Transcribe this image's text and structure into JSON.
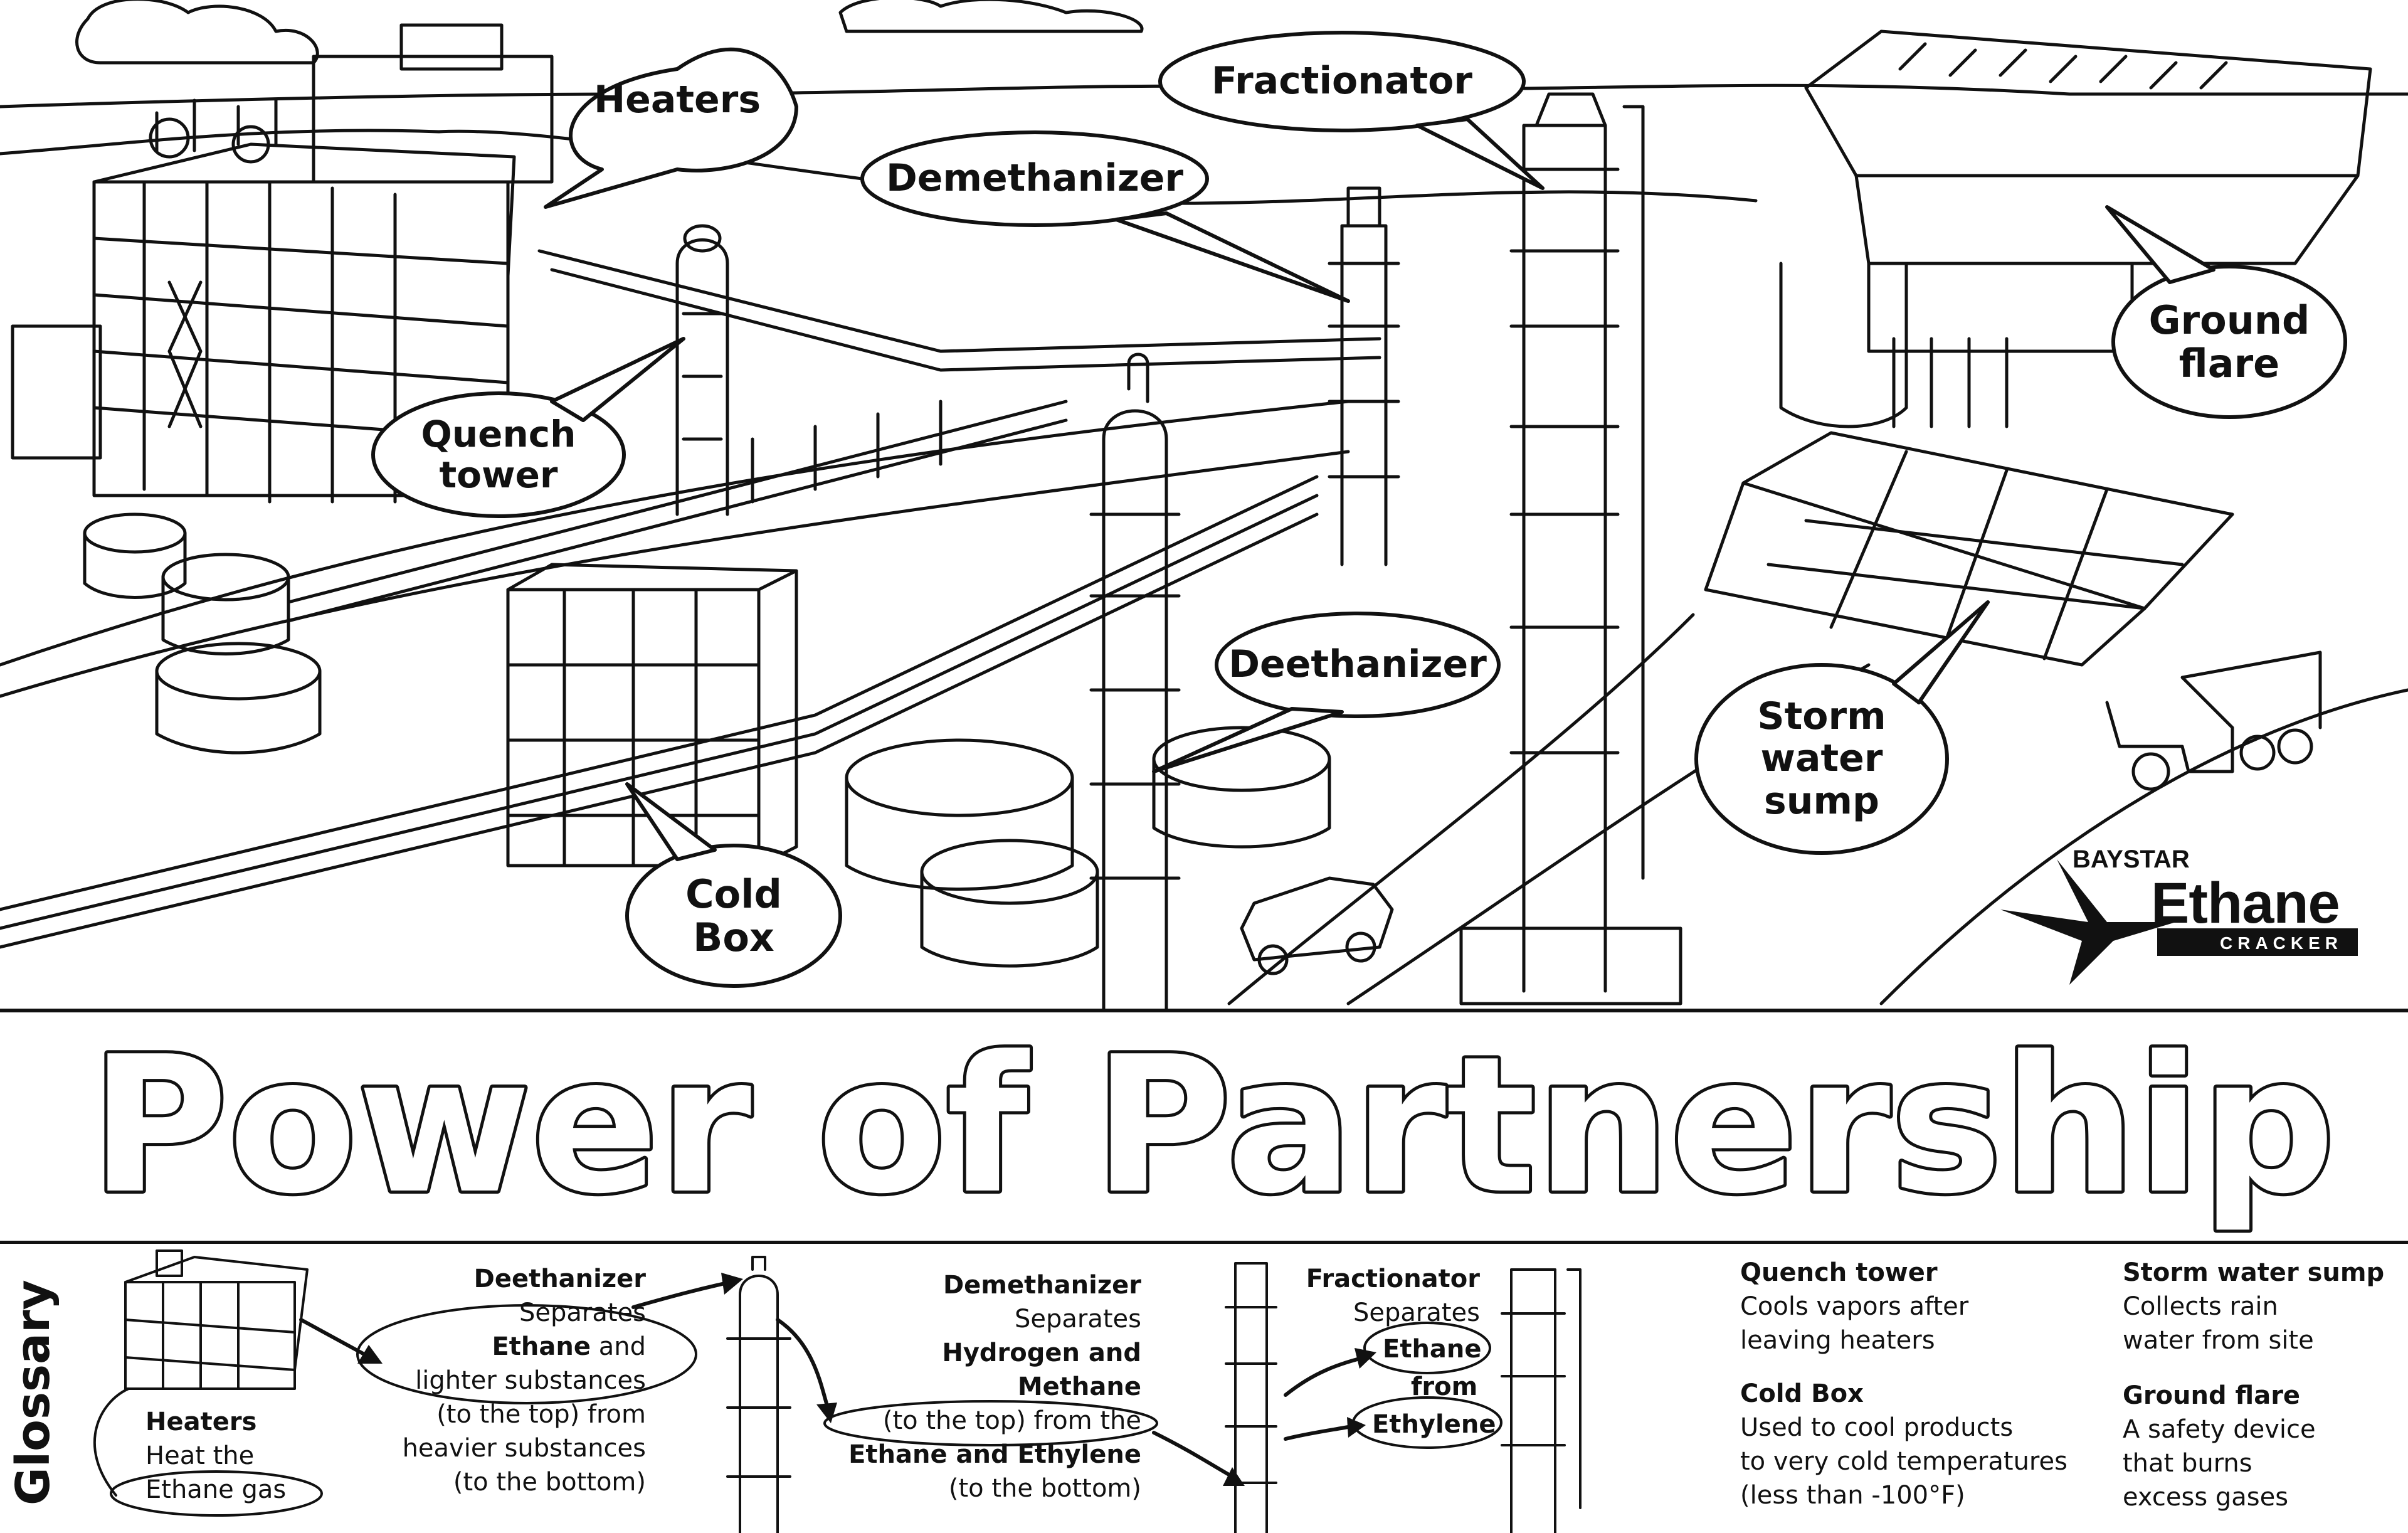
{
  "callouts": {
    "heaters": "Heaters",
    "fractionator": "Fractionator",
    "demethanizer": "Demethanizer",
    "quench_line1": "Quench",
    "quench_line2": "tower",
    "deethanizer": "Deethanizer",
    "cold_line1": "Cold",
    "cold_line2": "Box",
    "ground_line1": "Ground",
    "ground_line2": "flare",
    "storm_line1": "Storm",
    "storm_line2": "water",
    "storm_line3": "sump"
  },
  "logo": {
    "brand": "BAYSTAR",
    "word": "Ethane",
    "sub": "CRACKER"
  },
  "title": "Power of Partnership",
  "glossary": {
    "label": "Glossary",
    "heaters": {
      "name": "Heaters",
      "line1": "Heat the",
      "line2": "Ethane gas"
    },
    "deethanizer": {
      "name": "Deethanizer",
      "line1": "Separates",
      "line2a": "Ethane",
      "line2b": "and",
      "line3": "lighter substances",
      "line4": "(to the top) from",
      "line5": "heavier substances",
      "line6": "(to the bottom)"
    },
    "demethanizer": {
      "name": "Demethanizer",
      "line1": "Separates",
      "line2": "Hydrogen and Methane",
      "line3": "(to the top) from the",
      "line4": "Ethane and Ethylene",
      "line5": "(to the bottom)"
    },
    "fractionator": {
      "name": "Fractionator",
      "line1": "Separates",
      "line2": "Ethane",
      "line3": "from",
      "line4": "Ethylene"
    },
    "quench": {
      "name": "Quench tower",
      "line1": "Cools vapors after",
      "line2": "leaving heaters"
    },
    "coldbox": {
      "name": "Cold Box",
      "line1": "Used to cool products",
      "line2": "to very cold temperatures",
      "line3": "(less than -100°F)"
    },
    "storm": {
      "name": "Storm water sump",
      "line1": "Collects rain",
      "line2": "water from site"
    },
    "flare": {
      "name": "Ground flare",
      "line1": "A safety device",
      "line2": "that burns",
      "line3": "excess gases"
    }
  }
}
